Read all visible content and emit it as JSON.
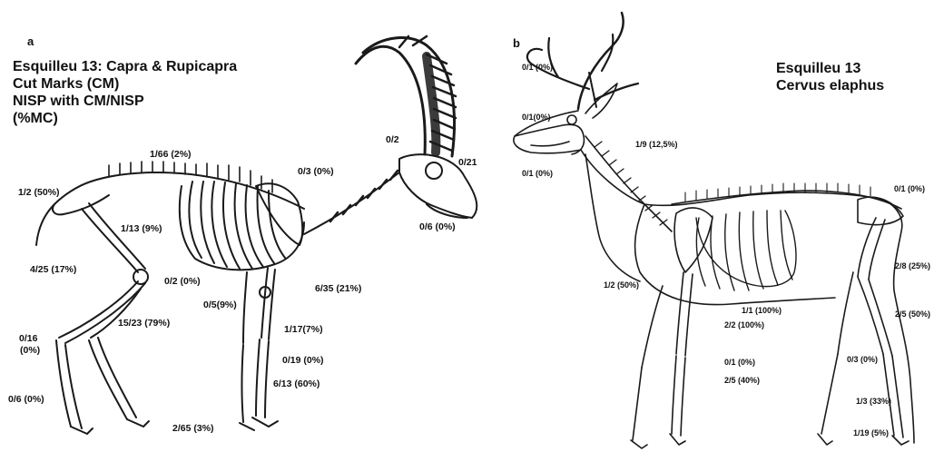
{
  "panel_a": {
    "letter": "a",
    "title_lines": [
      "Esquilleu 13: Capra & Rupicapra",
      "Cut Marks (CM)",
      "NISP with CM/NISP",
      "(%MC)"
    ],
    "labels": [
      {
        "id": "a1",
        "text": "1/66 (2%)"
      },
      {
        "id": "a2",
        "text": "0/2"
      },
      {
        "id": "a3",
        "text": "0/21"
      },
      {
        "id": "a4",
        "text": "0/3 (0%)"
      },
      {
        "id": "a5",
        "text": "1/2 (50%)"
      },
      {
        "id": "a6",
        "text": "1/13 (9%)"
      },
      {
        "id": "a7",
        "text": "0/6  (0%)"
      },
      {
        "id": "a8",
        "text": "4/25 (17%)"
      },
      {
        "id": "a9",
        "text": "0/2 (0%)"
      },
      {
        "id": "a10",
        "text": "0/5(9%)"
      },
      {
        "id": "a11",
        "text": "6/35 (21%)"
      },
      {
        "id": "a12",
        "text": "15/23 (79%)"
      },
      {
        "id": "a13",
        "text": "1/17(7%)"
      },
      {
        "id": "a14",
        "text": "0/16"
      },
      {
        "id": "a15",
        "text": "(0%)"
      },
      {
        "id": "a16",
        "text": "0/19 (0%)"
      },
      {
        "id": "a17",
        "text": "6/13 (60%)"
      },
      {
        "id": "a18",
        "text": "0/6 (0%)"
      },
      {
        "id": "a19",
        "text": "2/65 (3%)"
      }
    ]
  },
  "panel_b": {
    "letter": "b",
    "title_lines": [
      "Esquilleu 13",
      "Cervus elaphus"
    ],
    "labels": [
      {
        "id": "b1",
        "text": "0/1 (0%)"
      },
      {
        "id": "b2",
        "text": "0/1(0%)"
      },
      {
        "id": "b3",
        "text": "0/1 (0%)"
      },
      {
        "id": "b4",
        "text": "1/9 (12,5%)"
      },
      {
        "id": "b5",
        "text": "0/1 (0%)"
      },
      {
        "id": "b6",
        "text": "2/8 (25%)"
      },
      {
        "id": "b7",
        "text": "1/2 (50%)"
      },
      {
        "id": "b8",
        "text": "1/1 (100%)"
      },
      {
        "id": "b9",
        "text": "2/2 (100%)"
      },
      {
        "id": "b10",
        "text": "2/5 (50%)"
      },
      {
        "id": "b11",
        "text": "0/1 (0%)"
      },
      {
        "id": "b12",
        "text": "2/5 (40%)"
      },
      {
        "id": "b13",
        "text": "0/3 (0%)"
      },
      {
        "id": "b14",
        "text": "1/3 (33%)"
      },
      {
        "id": "b15",
        "text": "1/19 (5%)"
      }
    ]
  }
}
